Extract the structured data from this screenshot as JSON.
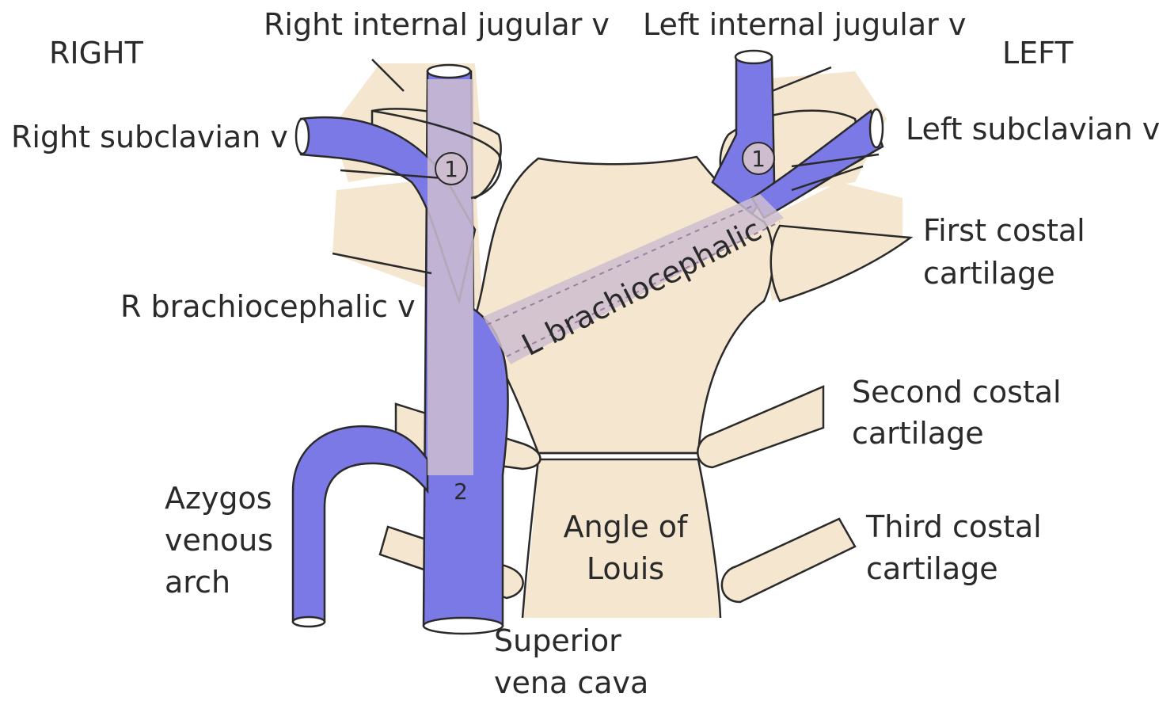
{
  "orientation": {
    "right": "RIGHT",
    "left": "LEFT"
  },
  "labels": {
    "right_internal_jugular": "Right internal jugular v",
    "left_internal_jugular": "Left internal jugular v",
    "right_subclavian": "Right subclavian v",
    "left_subclavian": "Left subclavian v",
    "first_costal_1": "First costal",
    "first_costal_2": "cartilage",
    "r_brachiocephalic": "R brachiocephalic v",
    "l_brachiocephalic": "L brachiocephalic",
    "second_costal_1": "Second costal",
    "second_costal_2": "cartilage",
    "azygos_1": "Azygos",
    "azygos_2": "venous",
    "azygos_3": "arch",
    "angle_1": "Angle of",
    "angle_2": "Louis",
    "third_costal_1": "Third costal",
    "third_costal_2": "cartilage",
    "svc_1": "Superior",
    "svc_2": "vena cava"
  },
  "markers": {
    "right_jv_marker": "1",
    "left_jv_marker": "1",
    "svc_marker": "2"
  },
  "colors": {
    "vein": "#7b79e6",
    "bone": "#f4e6cf",
    "overlay": "#cdbdcf"
  }
}
